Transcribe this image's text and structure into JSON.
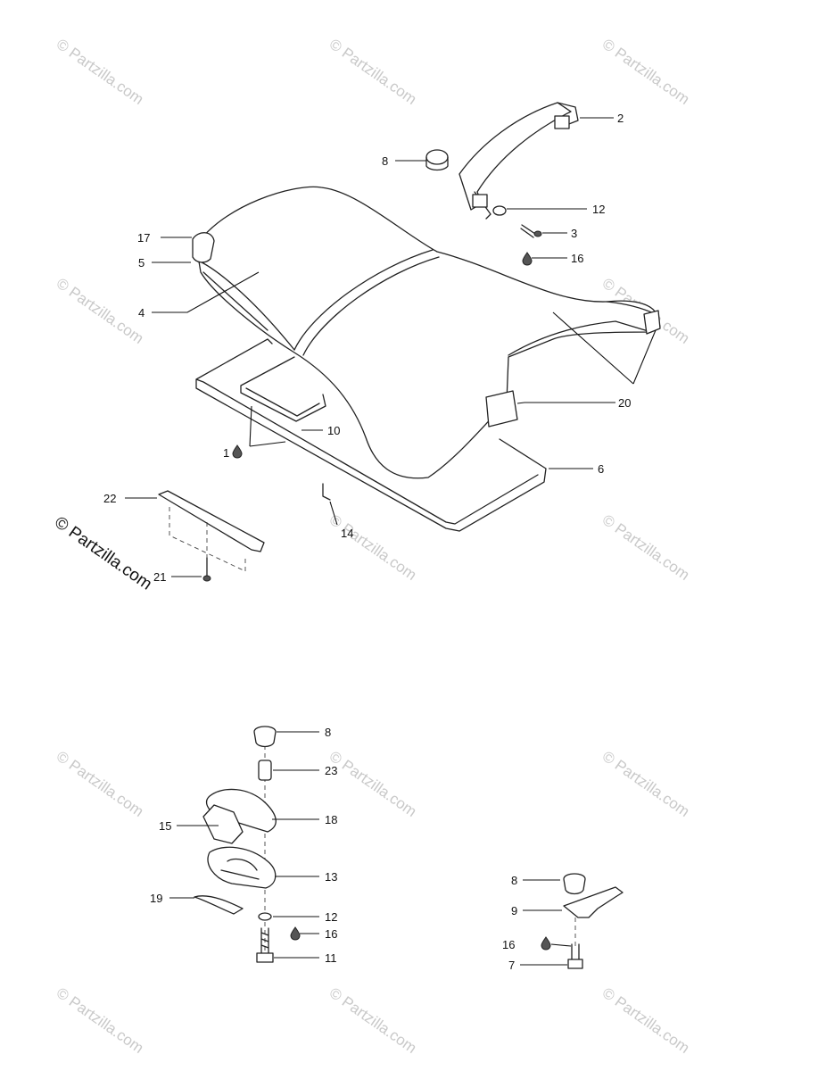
{
  "watermark": {
    "text": "© Partzilla.com",
    "brand_text": "© Partzilla.com"
  },
  "callouts": {
    "c2": "2",
    "c8_top": "8",
    "c12_top": "12",
    "c3": "3",
    "c16_top": "16",
    "c17": "17",
    "c5": "5",
    "c4": "4",
    "c20": "20",
    "c10": "10",
    "c1": "1",
    "c6": "6",
    "c22": "22",
    "c14": "14",
    "c21": "21",
    "c8_latch": "8",
    "c23": "23",
    "c18": "18",
    "c15": "15",
    "c13": "13",
    "c19": "19",
    "c12_latch": "12",
    "c16_latch": "16",
    "c11": "11",
    "c8_bracket": "8",
    "c9": "9",
    "c16_bracket": "16",
    "c7": "7"
  },
  "colors": {
    "line": "#222222",
    "watermark": "#c9c9c9",
    "background": "#ffffff"
  }
}
